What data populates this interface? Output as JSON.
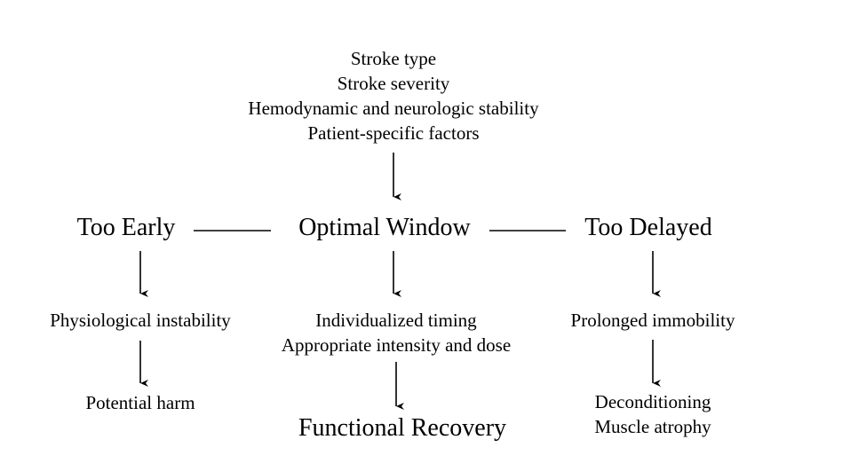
{
  "factors": [
    "Stroke type",
    "Stroke severity",
    "Hemodynamic and neurologic stability",
    "Patient-specific factors"
  ],
  "timing": {
    "too_early": "Too Early",
    "optimal_window": "Optimal Window",
    "too_delayed": "Too Delayed"
  },
  "early_branch": {
    "effect": "Physiological instability",
    "outcome": "Potential harm"
  },
  "optimal_branch": {
    "effects": [
      "Individualized timing",
      "Appropriate intensity and dose"
    ],
    "outcome": "Functional Recovery"
  },
  "delayed_branch": {
    "effect": "Prolonged immobility",
    "outcomes": [
      "Deconditioning",
      "Muscle atrophy"
    ]
  }
}
